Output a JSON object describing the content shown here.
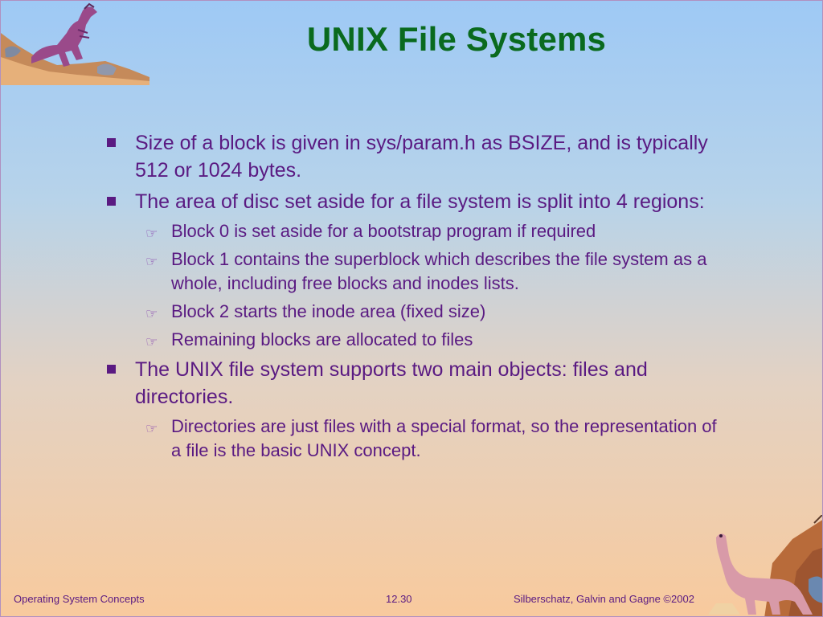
{
  "title": "UNIX File Systems",
  "bullets": [
    {
      "text": "Size of a block is given in sys/param.h as BSIZE, and is typically 512 or 1024 bytes.",
      "subs": []
    },
    {
      "text": "The area of disc set aside for a file system is split into 4 regions:",
      "subs": [
        "Block 0 is set aside for a bootstrap program if required",
        "Block 1 contains the superblock which describes the file system as a whole, including free blocks and inodes lists.",
        "Block 2 starts the inode area (fixed size)",
        "Remaining blocks are allocated to files"
      ]
    },
    {
      "text": "The UNIX file system supports two main objects: files and directories.",
      "subs": [
        "Directories are just files with a special format, so the representation of a file is the basic UNIX concept."
      ]
    }
  ],
  "footer": {
    "left": "Operating System Concepts",
    "center": "12.30",
    "right": "Silberschatz, Galvin and  Gagne ©2002"
  },
  "icons": {
    "bullet": "square-bullet-icon",
    "sub_bullet": "pointing-hand-icon",
    "top_art": "dinosaur-rock-illustration",
    "bottom_art": "brontosaurus-cliff-illustration"
  },
  "colors": {
    "title": "#0a6a1e",
    "text": "#5a1a82",
    "background_top": "#9ec9f5",
    "background_bottom": "#f8ca9d"
  }
}
